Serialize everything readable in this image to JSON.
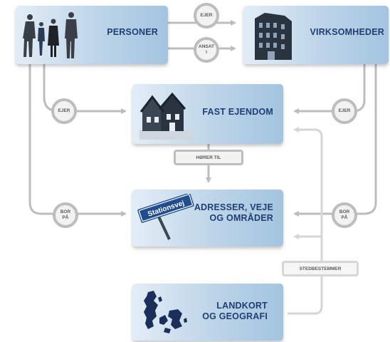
{
  "boxes": {
    "personer": "PERSONER",
    "virksomheder": "VIRKSOMHEDER",
    "fast_ejendom": "FAST EJENDOM",
    "adresser": "ADRESSER, VEJE\nOG OMRÅDER",
    "landkort": "LANDKORT\nOG GEOGRAFI"
  },
  "relations": {
    "ejer_top": "EJER",
    "ansat_i": "ANSAT\nI",
    "ejer_left": "EJER",
    "ejer_right": "EJER",
    "bor_pa_left": "BOR\nPÅ",
    "bor_pa_right": "BOR\nPÅ",
    "horer_til": "HØRER TIL",
    "stedbestemmer": "STEDBESTEMMER"
  },
  "street_sign_text": "Stationsvej",
  "colors": {
    "box_text": "#1f3f73",
    "connector": "#bdbdbd",
    "connector_light": "#d0d0d0",
    "box_light": "#e3edf6",
    "box_dark": "#a3c4e0"
  }
}
